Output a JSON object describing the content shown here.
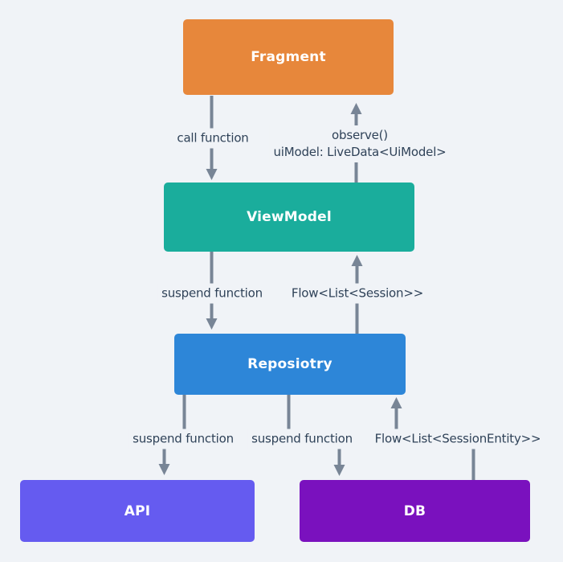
{
  "diagram": {
    "type": "architecture-flow",
    "nodes": [
      {
        "id": "fragment",
        "label": "Fragment",
        "color": "#E7873B"
      },
      {
        "id": "viewmodel",
        "label": "ViewModel",
        "color": "#1AAD9C"
      },
      {
        "id": "repository",
        "label": "Reposiotry",
        "color": "#2D86D8"
      },
      {
        "id": "api",
        "label": "API",
        "color": "#655BF0"
      },
      {
        "id": "db",
        "label": "DB",
        "color": "#7A11BE"
      }
    ],
    "edges": [
      {
        "from": "Fragment",
        "to": "ViewModel",
        "direction": "down",
        "label": "call function"
      },
      {
        "from": "ViewModel",
        "to": "Fragment",
        "direction": "up",
        "label_line1": "observe()",
        "label_line2": "uiModel: LiveData<UiModel>"
      },
      {
        "from": "ViewModel",
        "to": "Repository",
        "direction": "down",
        "label": "suspend function"
      },
      {
        "from": "Repository",
        "to": "ViewModel",
        "direction": "up",
        "label": "Flow<List<Session>>"
      },
      {
        "from": "Repository",
        "to": "API",
        "direction": "down",
        "label": "suspend function"
      },
      {
        "from": "Repository",
        "to": "DB",
        "direction": "down",
        "label": "suspend function"
      },
      {
        "from": "DB",
        "to": "Repository",
        "direction": "up",
        "label": "Flow<List<SessionEntity>>"
      }
    ]
  },
  "colors": {
    "bg": "#F0F3F7",
    "arrow": "#788596",
    "label_text": "#2F4258",
    "node_text": "#FFFFFF",
    "fragment": "#E7873B",
    "viewmodel": "#1AAD9C",
    "repository": "#2D86D8",
    "api": "#655BF0",
    "db": "#7A11BE"
  }
}
